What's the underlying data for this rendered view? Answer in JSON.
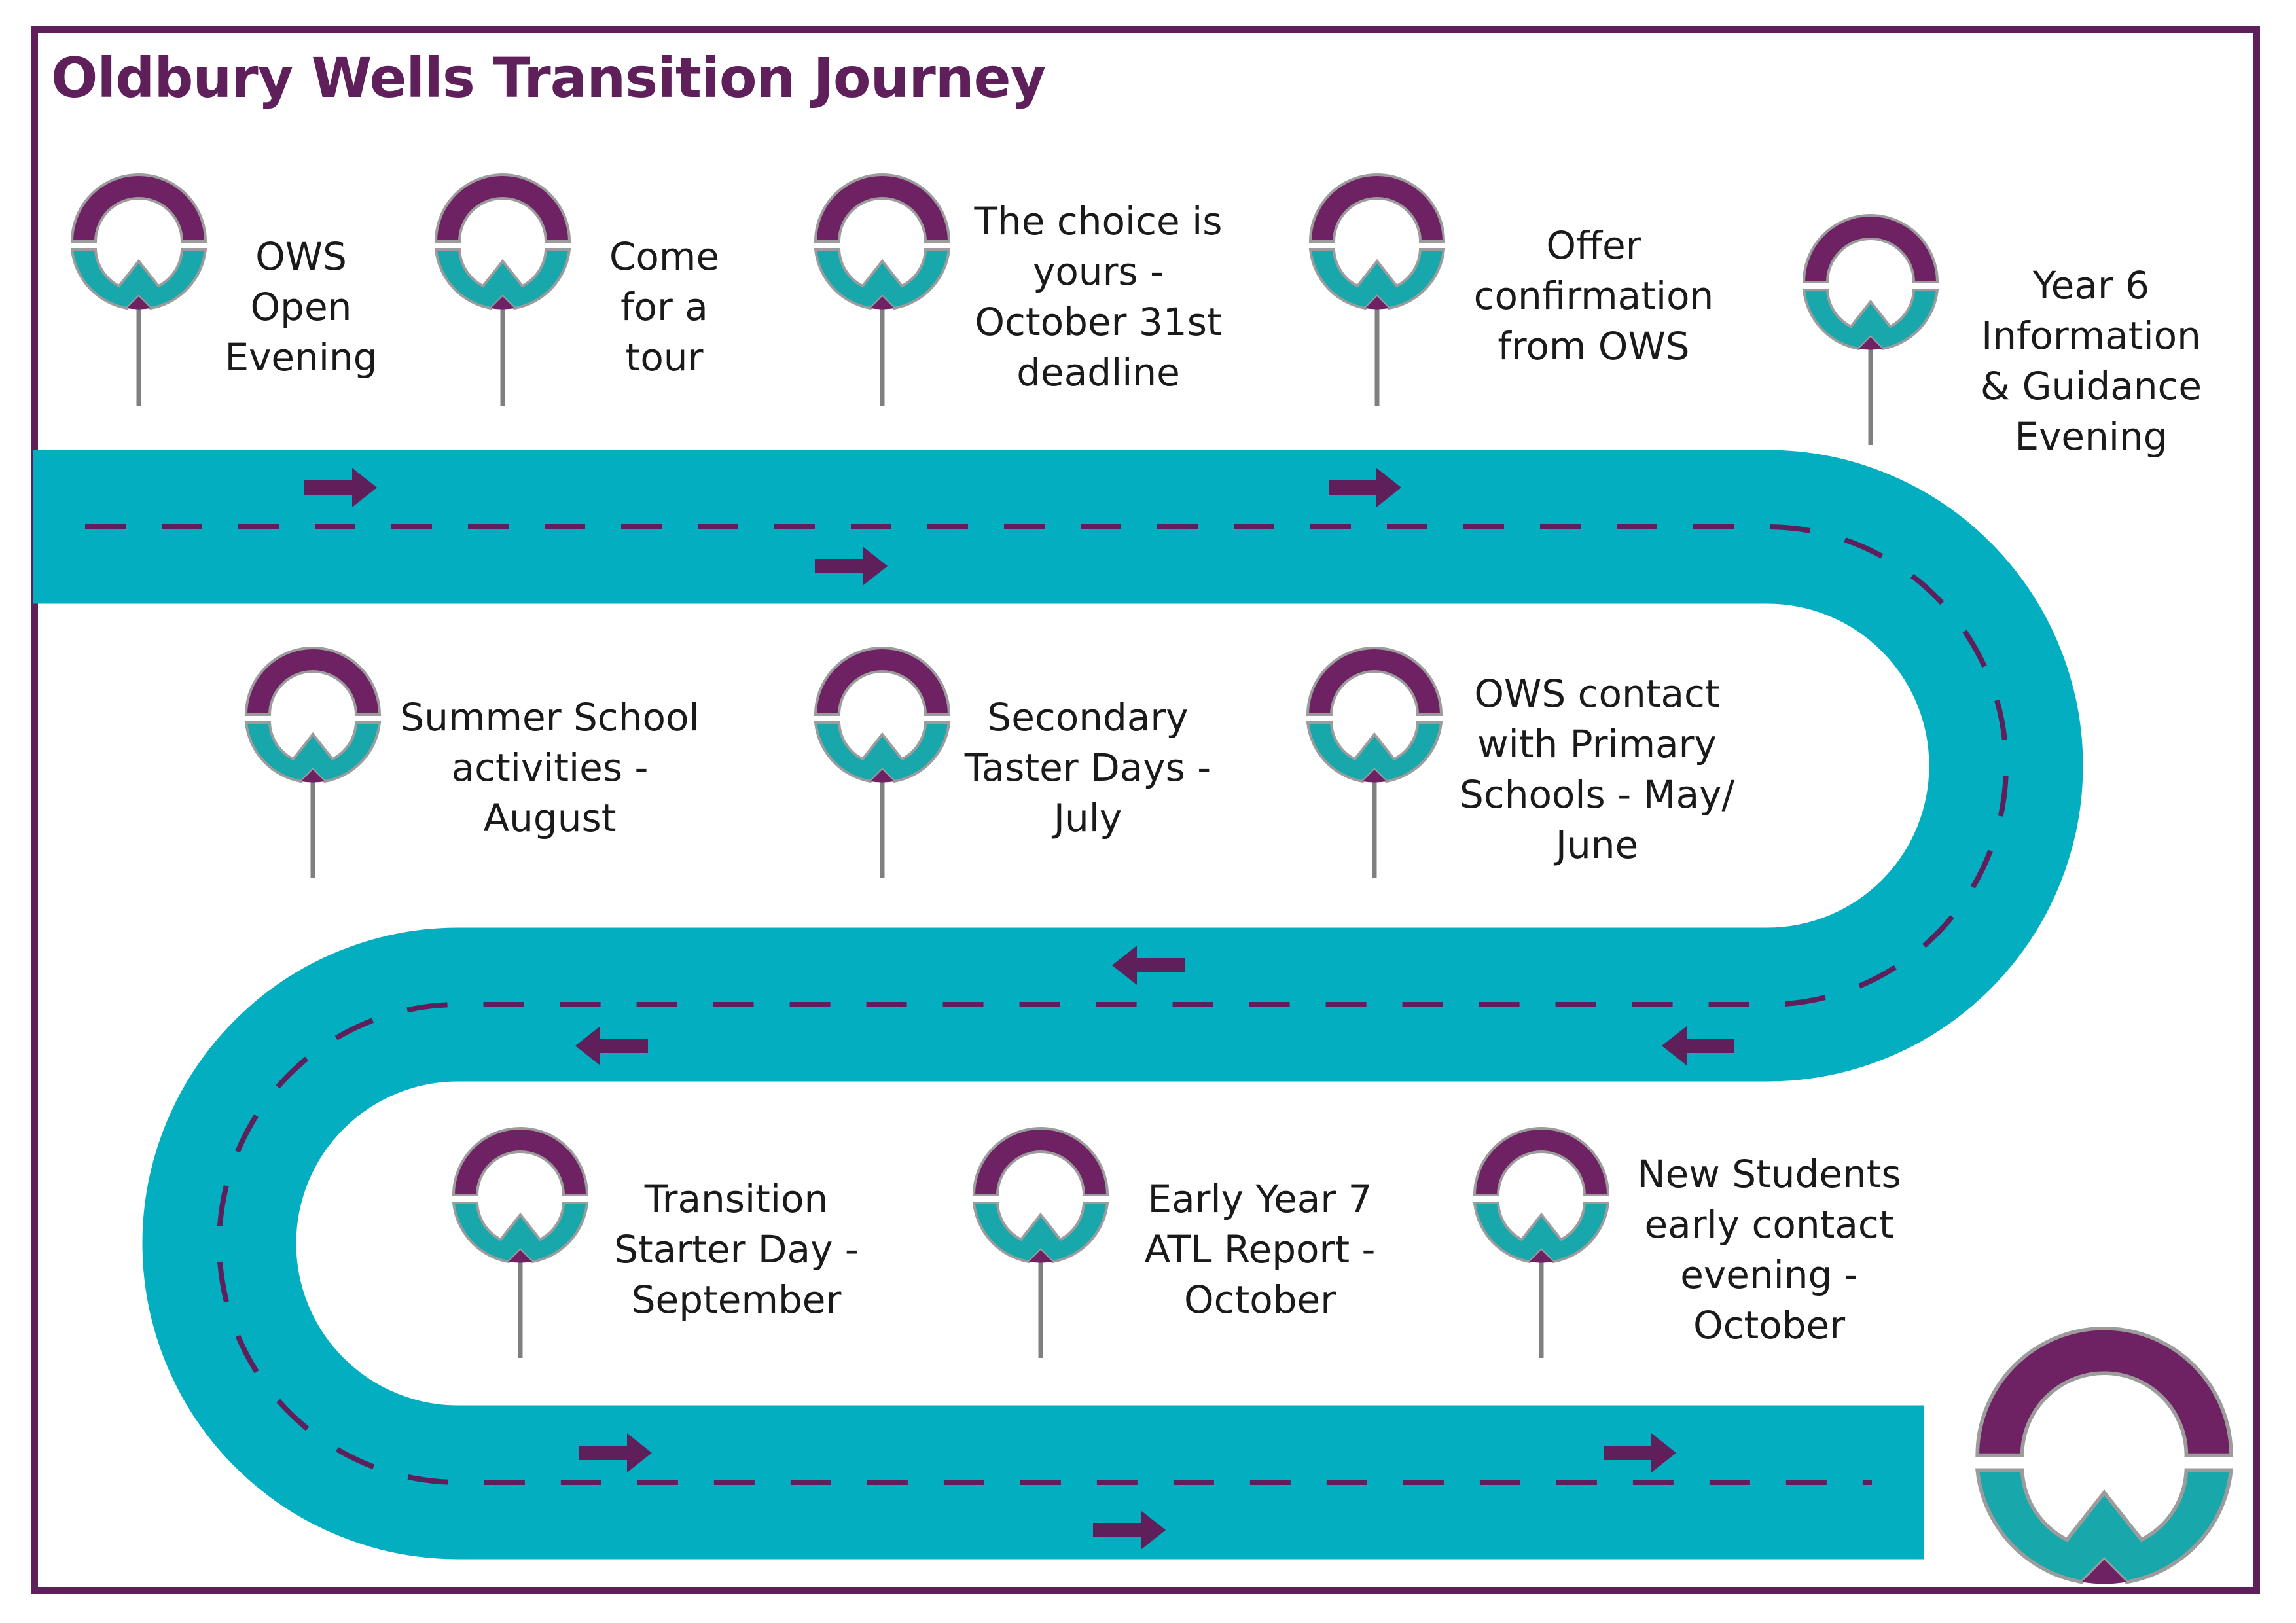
{
  "title": "Oldbury Wells Transition Journey",
  "colors": {
    "frame": "#5e1f5a",
    "title": "#5e1f5a",
    "road": "#02aec0",
    "road_markings": "#5e1f5a",
    "pin_top": "#6e2163",
    "pin_bottom": "#18a8ac",
    "pin_stick": "#808080"
  },
  "icons": {
    "milestone_pin": "ows-logo-pin-icon",
    "direction_arrow": "arrow-icon",
    "logo": "ows-logo-icon"
  },
  "milestones": [
    {
      "label": "OWS\nOpen\nEvening"
    },
    {
      "label": "Come\nfor a\ntour"
    },
    {
      "label": "The choice is\nyours -\nOctober 31st\ndeadline"
    },
    {
      "label": "Offer\nconfirmation\nfrom OWS"
    },
    {
      "label": "Year 6\nInformation\n& Guidance\nEvening"
    },
    {
      "label": "OWS contact\nwith Primary\nSchools - May/\nJune"
    },
    {
      "label": "Secondary\nTaster Days -\nJuly"
    },
    {
      "label": "Summer School\nactivities -\nAugust"
    },
    {
      "label": "Transition\nStarter Day -\nSeptember"
    },
    {
      "label": "Early Year 7\nATL Report -\nOctober"
    },
    {
      "label": "New Students\nearly contact\nevening -\nOctober"
    }
  ]
}
